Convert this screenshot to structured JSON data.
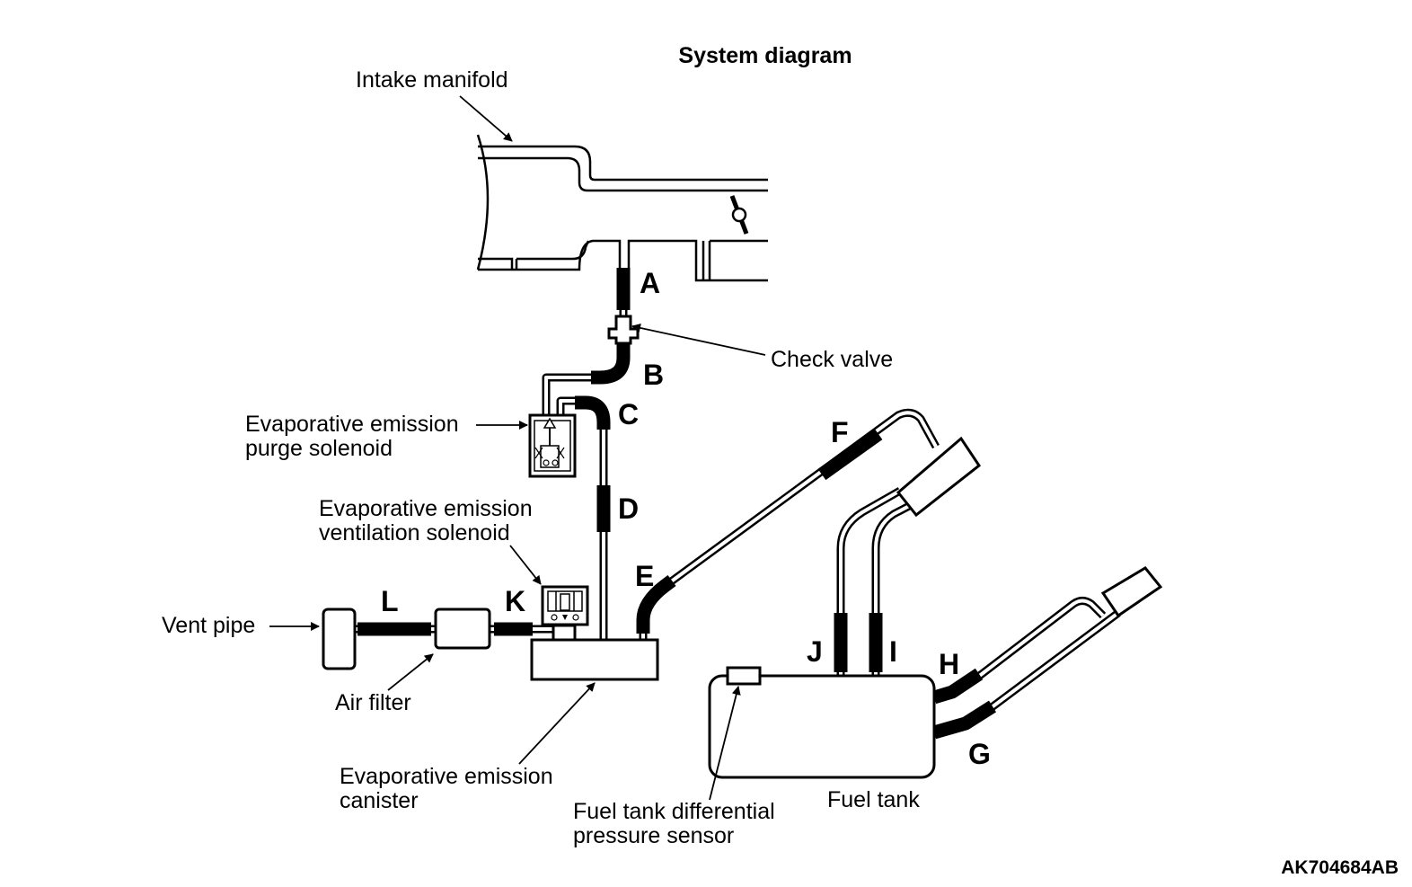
{
  "title": "System diagram",
  "labels": {
    "intake_manifold": "Intake manifold",
    "check_valve": "Check valve",
    "purge_solenoid_line1": "Evaporative emission",
    "purge_solenoid_line2": "purge solenoid",
    "ventilation_solenoid_line1": "Evaporative emission",
    "ventilation_solenoid_line2": "ventilation solenoid",
    "vent_pipe": "Vent pipe",
    "air_filter": "Air filter",
    "canister_line1": "Evaporative emission",
    "canister_line2": "canister",
    "pressure_sensor_line1": "Fuel tank differential",
    "pressure_sensor_line2": "pressure sensor",
    "fuel_tank": "Fuel tank"
  },
  "hose_letters": {
    "A": "A",
    "B": "B",
    "C": "C",
    "D": "D",
    "E": "E",
    "F": "F",
    "G": "G",
    "H": "H",
    "I": "I",
    "J": "J",
    "K": "K",
    "L": "L"
  },
  "figure_code": "AK704684AB"
}
